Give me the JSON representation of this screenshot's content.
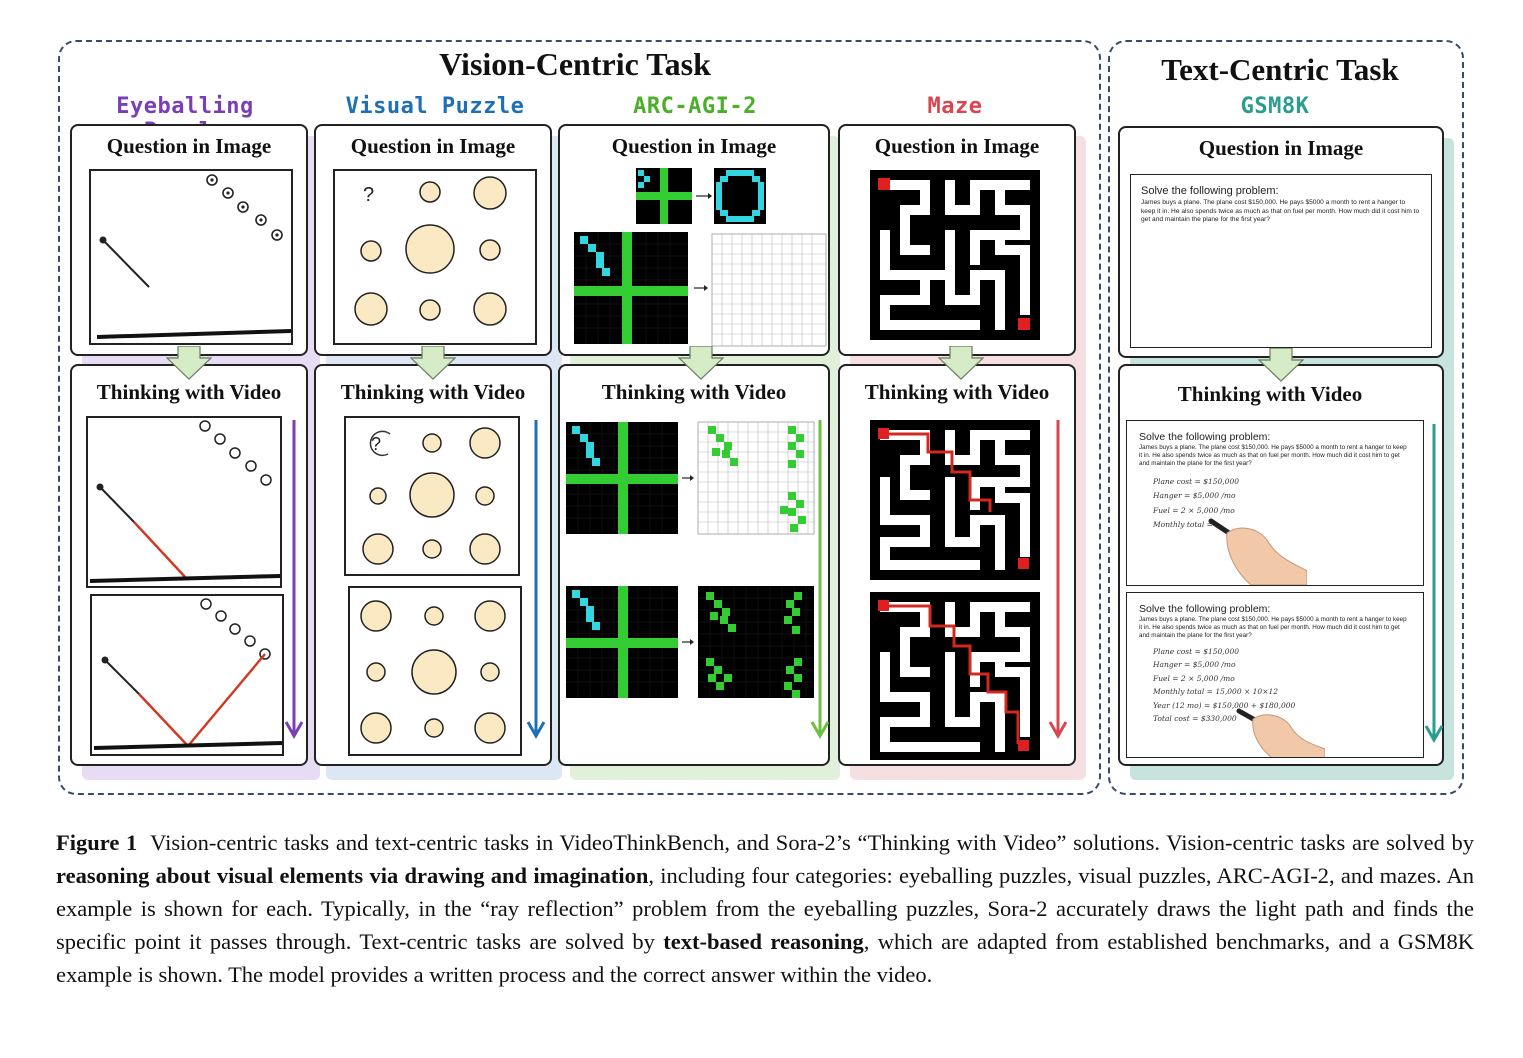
{
  "groups": {
    "vision_title": "Vision-Centric Task",
    "text_title": "Text-Centric Task"
  },
  "categories": [
    {
      "key": "eyeballing",
      "label": "Eyeballing Puzzle",
      "color": "#7b3fb5"
    },
    {
      "key": "visual",
      "label": "Visual Puzzle",
      "color": "#1f6fb5"
    },
    {
      "key": "arc",
      "label": "ARC-AGI-2",
      "color": "#4caf2a"
    },
    {
      "key": "maze",
      "label": "Maze",
      "color": "#d9464f"
    },
    {
      "key": "gsm8k",
      "label": "GSM8K",
      "color": "#2a9d8f"
    }
  ],
  "card_labels": {
    "question": "Question in Image",
    "thinking": "Thinking with Video"
  },
  "visual_puzzle": {
    "question_mark": "?"
  },
  "gsm8k": {
    "heading": "Solve the following problem:",
    "problem": "James buys a plane. The plane cost $150,000. He pays $5000 a month to rent a hanger to keep it in. He also spends twice as much as that on fuel per month. How much did it cost him to get and maintain the plane for the first year?",
    "steps_partial": [
      "Plane cost = $150,000",
      "Hanger = $5,000 /mo",
      "Fuel = 2 × 5,000 /mo",
      "Monthly total ="
    ],
    "steps_full": [
      "Plane cost = $150,000",
      "Hanger = $5,000 /mo",
      "Fuel = 2 × 5,000 /mo",
      "Monthly total = 15,000 × 10×12",
      "Year (12 mo) = $150,000 + $180,000",
      "Total cost = $330,000"
    ]
  },
  "caption": {
    "label": "Figure 1",
    "s1": "Vision-centric tasks and text-centric tasks in VideoThinkBench, and Sora-2’s “Thinking with Video” solutions. Vision-centric tasks are solved by ",
    "b1": "reasoning about visual elements via drawing and imagination",
    "s2": ", including four categories: eyeballing puzzles, visual puzzles, ARC-AGI-2, and mazes. An example is shown for each. Typically, in the “ray reflection” problem from the eyeballing puzzles, Sora-2 accurately draws the light path and finds the specific point it passes through. Text-centric tasks are solved by ",
    "b2": "text-based reasoning",
    "s3": ", which are adapted from established benchmarks, and a GSM8K example is shown. The model provides a written process and the correct answer within the video."
  }
}
